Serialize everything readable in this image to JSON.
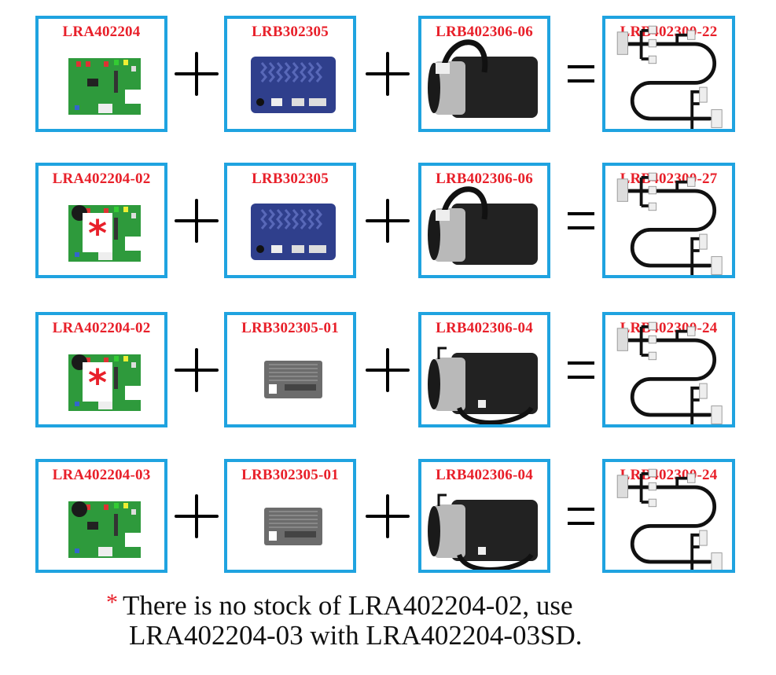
{
  "colors": {
    "border": "#1fa3e0",
    "label": "#e8202a",
    "operator": "#000000",
    "note_text": "#111111",
    "asterisk": "#e8202a"
  },
  "operators": {
    "plus": "+",
    "equals": "="
  },
  "rows": [
    {
      "board": {
        "part": "LRA402204",
        "image": "circuit-board",
        "marked_no_stock": false
      },
      "controller": {
        "part": "LRB302305",
        "image": "blue-motor-controller"
      },
      "motor": {
        "part": "LRB402306-06",
        "image": "dc-motor-top-cable"
      },
      "harness": {
        "part": "LRB402300-22",
        "image": "wire-harness"
      }
    },
    {
      "board": {
        "part": "LRA402204-02",
        "image": "circuit-board-buzzer",
        "marked_no_stock": true
      },
      "controller": {
        "part": "LRB302305",
        "image": "blue-motor-controller"
      },
      "motor": {
        "part": "LRB402306-06",
        "image": "dc-motor-top-cable"
      },
      "harness": {
        "part": "LRB402300-27",
        "image": "wire-harness"
      }
    },
    {
      "board": {
        "part": "LRA402204-02",
        "image": "circuit-board-buzzer",
        "marked_no_stock": true
      },
      "controller": {
        "part": "LRB302305-01",
        "image": "gray-motor-controller"
      },
      "motor": {
        "part": "LRB402306-04",
        "image": "dc-motor-bottom-cable"
      },
      "harness": {
        "part": "LRB402300-24",
        "image": "wire-harness"
      }
    },
    {
      "board": {
        "part": "LRA402204-03",
        "image": "circuit-board-buzzer",
        "marked_no_stock": false
      },
      "controller": {
        "part": "LRB302305-01",
        "image": "gray-motor-controller"
      },
      "motor": {
        "part": "LRB402306-04",
        "image": "dc-motor-bottom-cable"
      },
      "harness": {
        "part": "LRB402300-24",
        "image": "wire-harness"
      }
    }
  ],
  "footnote": {
    "marker": "*",
    "line1": "There is no stock of LRA402204-02, use",
    "line2": "LRA402204-03 with LRA402204-03SD."
  }
}
